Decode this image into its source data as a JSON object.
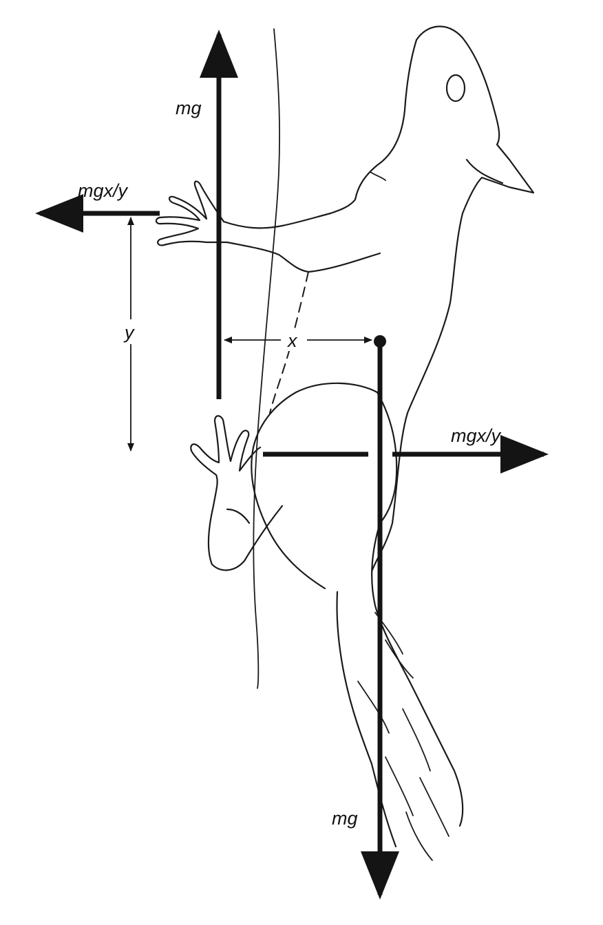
{
  "figure": {
    "labels": {
      "top_weight": "mg",
      "left_force": "mgx/y",
      "vertical_distance": "y",
      "horizontal_distance": "x",
      "right_force": "mgx/y",
      "bottom_weight": "mg"
    },
    "colors": {
      "background": "#ffffff",
      "ink": "#141414"
    }
  }
}
